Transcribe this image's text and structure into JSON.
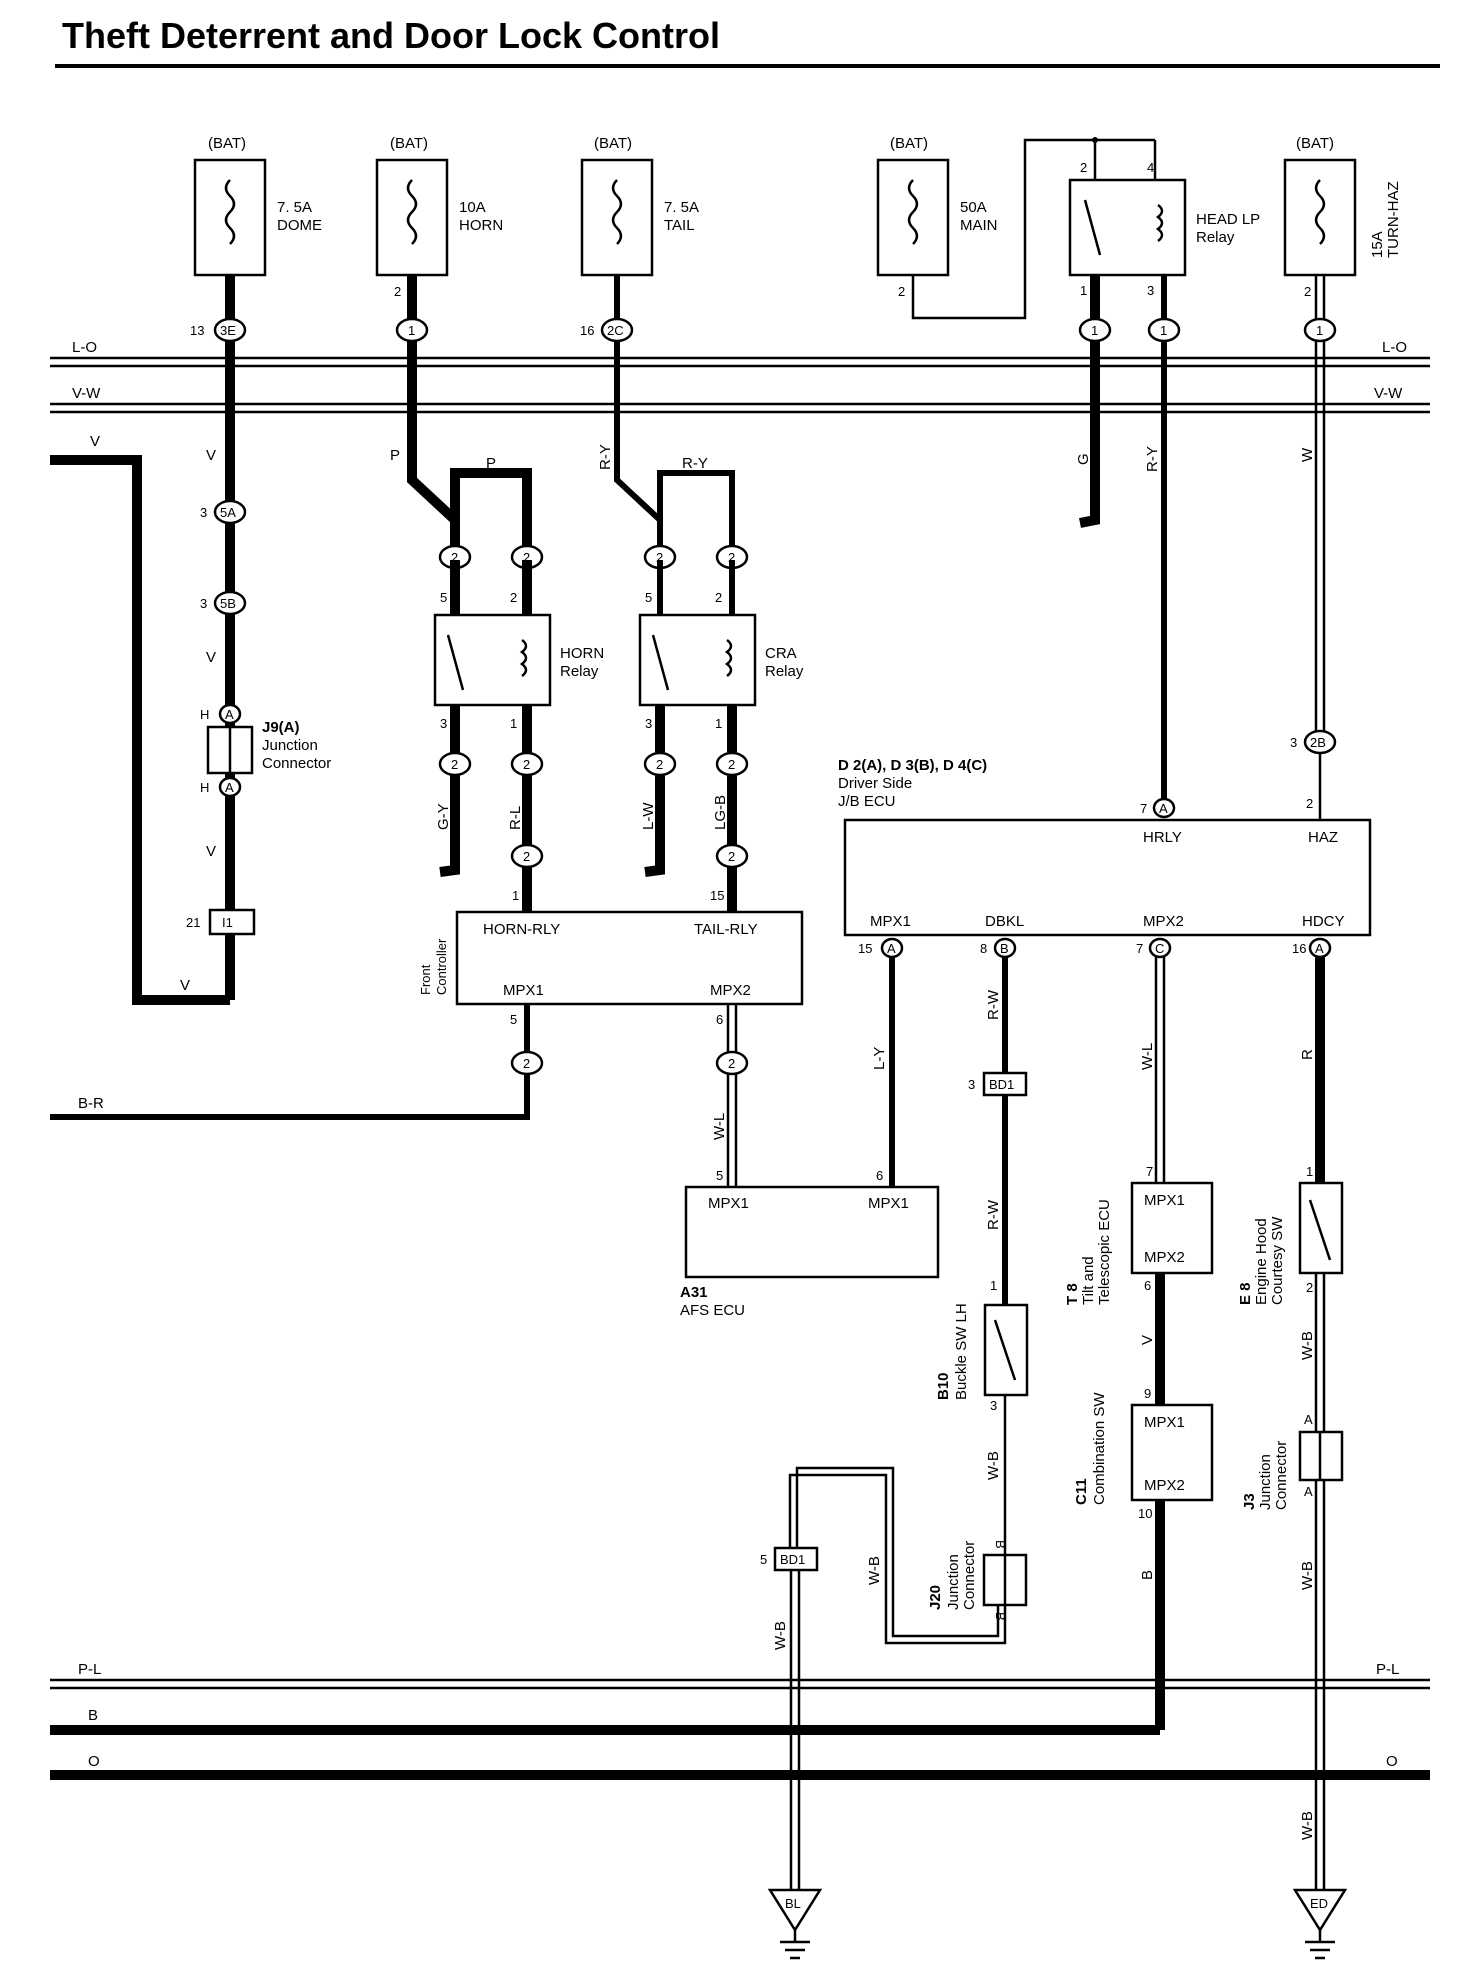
{
  "title": "Theft Deterrent and Door Lock Control",
  "bat_label": "(BAT)",
  "fuses": [
    {
      "amp": "7. 5A",
      "name": "DOME"
    },
    {
      "amp": "10A",
      "name": "HORN"
    },
    {
      "amp": "7. 5A",
      "name": "TAIL"
    },
    {
      "amp": "50A",
      "name": "MAIN"
    },
    {
      "amp": "15A",
      "name": "TURN-HAZ"
    }
  ],
  "head_lp_relay": {
    "line1": "HEAD LP",
    "line2": "Relay"
  },
  "buses": {
    "lo": "L-O",
    "vw": "V-W",
    "pl": "P-L",
    "b": "B",
    "o": "O"
  },
  "wire_colors": {
    "v": "V",
    "p": "P",
    "ry": "R-Y",
    "g": "G",
    "w": "W",
    "gy": "G-Y",
    "rl": "R-L",
    "lw": "L-W",
    "lg": "LG-B",
    "br": "B-R",
    "wl": "W-L",
    "ly": "L-Y",
    "rw": "R-W",
    "r": "R",
    "wb": "W-B",
    "b": "B"
  },
  "connectors": {
    "c3e": "3E",
    "c2c": "2C",
    "c1": "1",
    "c2": "2",
    "c5a": "5A",
    "c5b": "5B",
    "ca": "A",
    "cb": "B",
    "cc": "C",
    "c2b": "2B",
    "ci1": "I1",
    "cbd1": "BD1"
  },
  "pins": {
    "p13": "13",
    "p16": "16",
    "p2": "2",
    "p4": "4",
    "p1": "1",
    "p3": "3",
    "p5": "5",
    "p6": "6",
    "p7": "7",
    "p8": "8",
    "p9": "9",
    "p10": "10",
    "p15": "15",
    "p21": "21",
    "h": "H",
    "a": "A",
    "b": "B"
  },
  "j9": {
    "id": "J9(A)",
    "line1": "Junction",
    "line2": "Connector"
  },
  "horn_relay": {
    "line1": "HORN",
    "line2": "Relay"
  },
  "cra_relay": {
    "line1": "CRA",
    "line2": "Relay"
  },
  "front_controller": {
    "name_line1": "Front",
    "name_line2": "Controller",
    "horn_rly": "HORN-RLY",
    "tail_rly": "TAIL-RLY",
    "mpx1": "MPX1",
    "mpx2": "MPX2"
  },
  "jb_ecu": {
    "id": "D 2(A), D 3(B), D 4(C)",
    "line1": "Driver Side",
    "line2": "J/B ECU",
    "hrly": "HRLY",
    "haz": "HAZ",
    "mpx1": "MPX1",
    "dbkl": "DBKL",
    "mpx2": "MPX2",
    "hdcy": "HDCY"
  },
  "afs_ecu": {
    "id": "A31",
    "name": "AFS ECU",
    "mpx1": "MPX1"
  },
  "tilt_ecu": {
    "id": "T 8",
    "line1": "Tilt and",
    "line2": "Telescopic ECU",
    "mpx1": "MPX1",
    "mpx2": "MPX2"
  },
  "combo_sw": {
    "id": "C11",
    "name": "Combination SW",
    "mpx1": "MPX1",
    "mpx2": "MPX2"
  },
  "hood_sw": {
    "id": "E 8",
    "line1": "Engine Hood",
    "line2": "Courtesy SW"
  },
  "buckle_sw": {
    "id": "B10",
    "name": "Buckle SW LH"
  },
  "j20": {
    "id": "J20",
    "line1": "Junction",
    "line2": "Connector"
  },
  "j3": {
    "id": "J3",
    "line1": "Junction",
    "line2": "Connector"
  },
  "grounds": {
    "bl": "BL",
    "ed": "ED"
  }
}
